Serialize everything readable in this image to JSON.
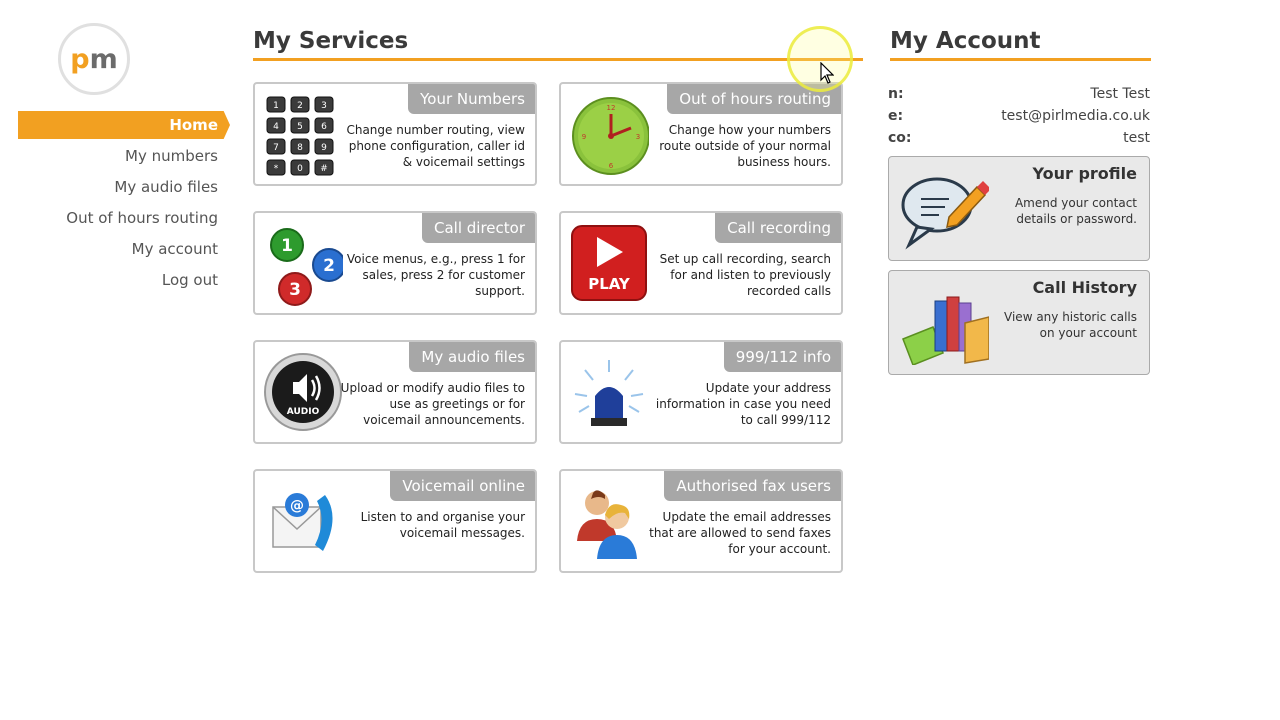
{
  "logo": {
    "p": "p",
    "m": "m"
  },
  "nav": {
    "items": [
      {
        "label": "Home",
        "active": true
      },
      {
        "label": "My numbers",
        "active": false
      },
      {
        "label": "My audio files",
        "active": false
      },
      {
        "label": "Out of hours routing",
        "active": false
      },
      {
        "label": "My account",
        "active": false
      },
      {
        "label": "Log out",
        "active": false
      }
    ]
  },
  "services": {
    "title": "My Services",
    "cards": [
      {
        "title": "Your Numbers",
        "desc": "Change number routing, view phone configuration, caller id & voicemail settings",
        "icon": "keypad-icon"
      },
      {
        "title": "Out of hours routing",
        "desc": "Change how your numbers route outside of your normal business hours.",
        "icon": "clock-icon"
      },
      {
        "title": "Call director",
        "desc": "Voice menus, e.g., press 1 for sales, press 2 for customer support.",
        "icon": "numbered-balls-icon"
      },
      {
        "title": "Call recording",
        "desc": "Set up call recording, search for and listen to previously recorded calls",
        "icon": "play-button-icon",
        "icon_text": "PLAY"
      },
      {
        "title": "My audio files",
        "desc": "Upload or modify audio files to use as greetings or for voicemail announcements.",
        "icon": "audio-speaker-icon",
        "icon_text": "AUDIO"
      },
      {
        "title": "999/112 info",
        "desc": "Update your address information in case you need to call 999/112",
        "icon": "siren-light-icon"
      },
      {
        "title": "Voicemail online",
        "desc": "Listen to and organise your voicemail messages.",
        "icon": "email-phone-icon"
      },
      {
        "title": "Authorised fax users",
        "desc": "Update the email addresses that are allowed to send faxes for your account.",
        "icon": "users-icon"
      }
    ]
  },
  "account": {
    "title": "My Account",
    "name_key": "n:",
    "name": "Test Test",
    "email_key": "e:",
    "email": "test@pirlmedia.co.uk",
    "company_key": "co:",
    "company": "test",
    "profile": {
      "title": "Your profile",
      "desc": "Amend your contact details or password.",
      "icon": "speech-pencil-icon"
    },
    "history": {
      "title": "Call History",
      "desc": "View any historic calls on your account",
      "icon": "folders-icon"
    }
  },
  "colors": {
    "accent": "#f2a021",
    "tab": "#a7a7a7",
    "border": "#c8c8c8"
  }
}
